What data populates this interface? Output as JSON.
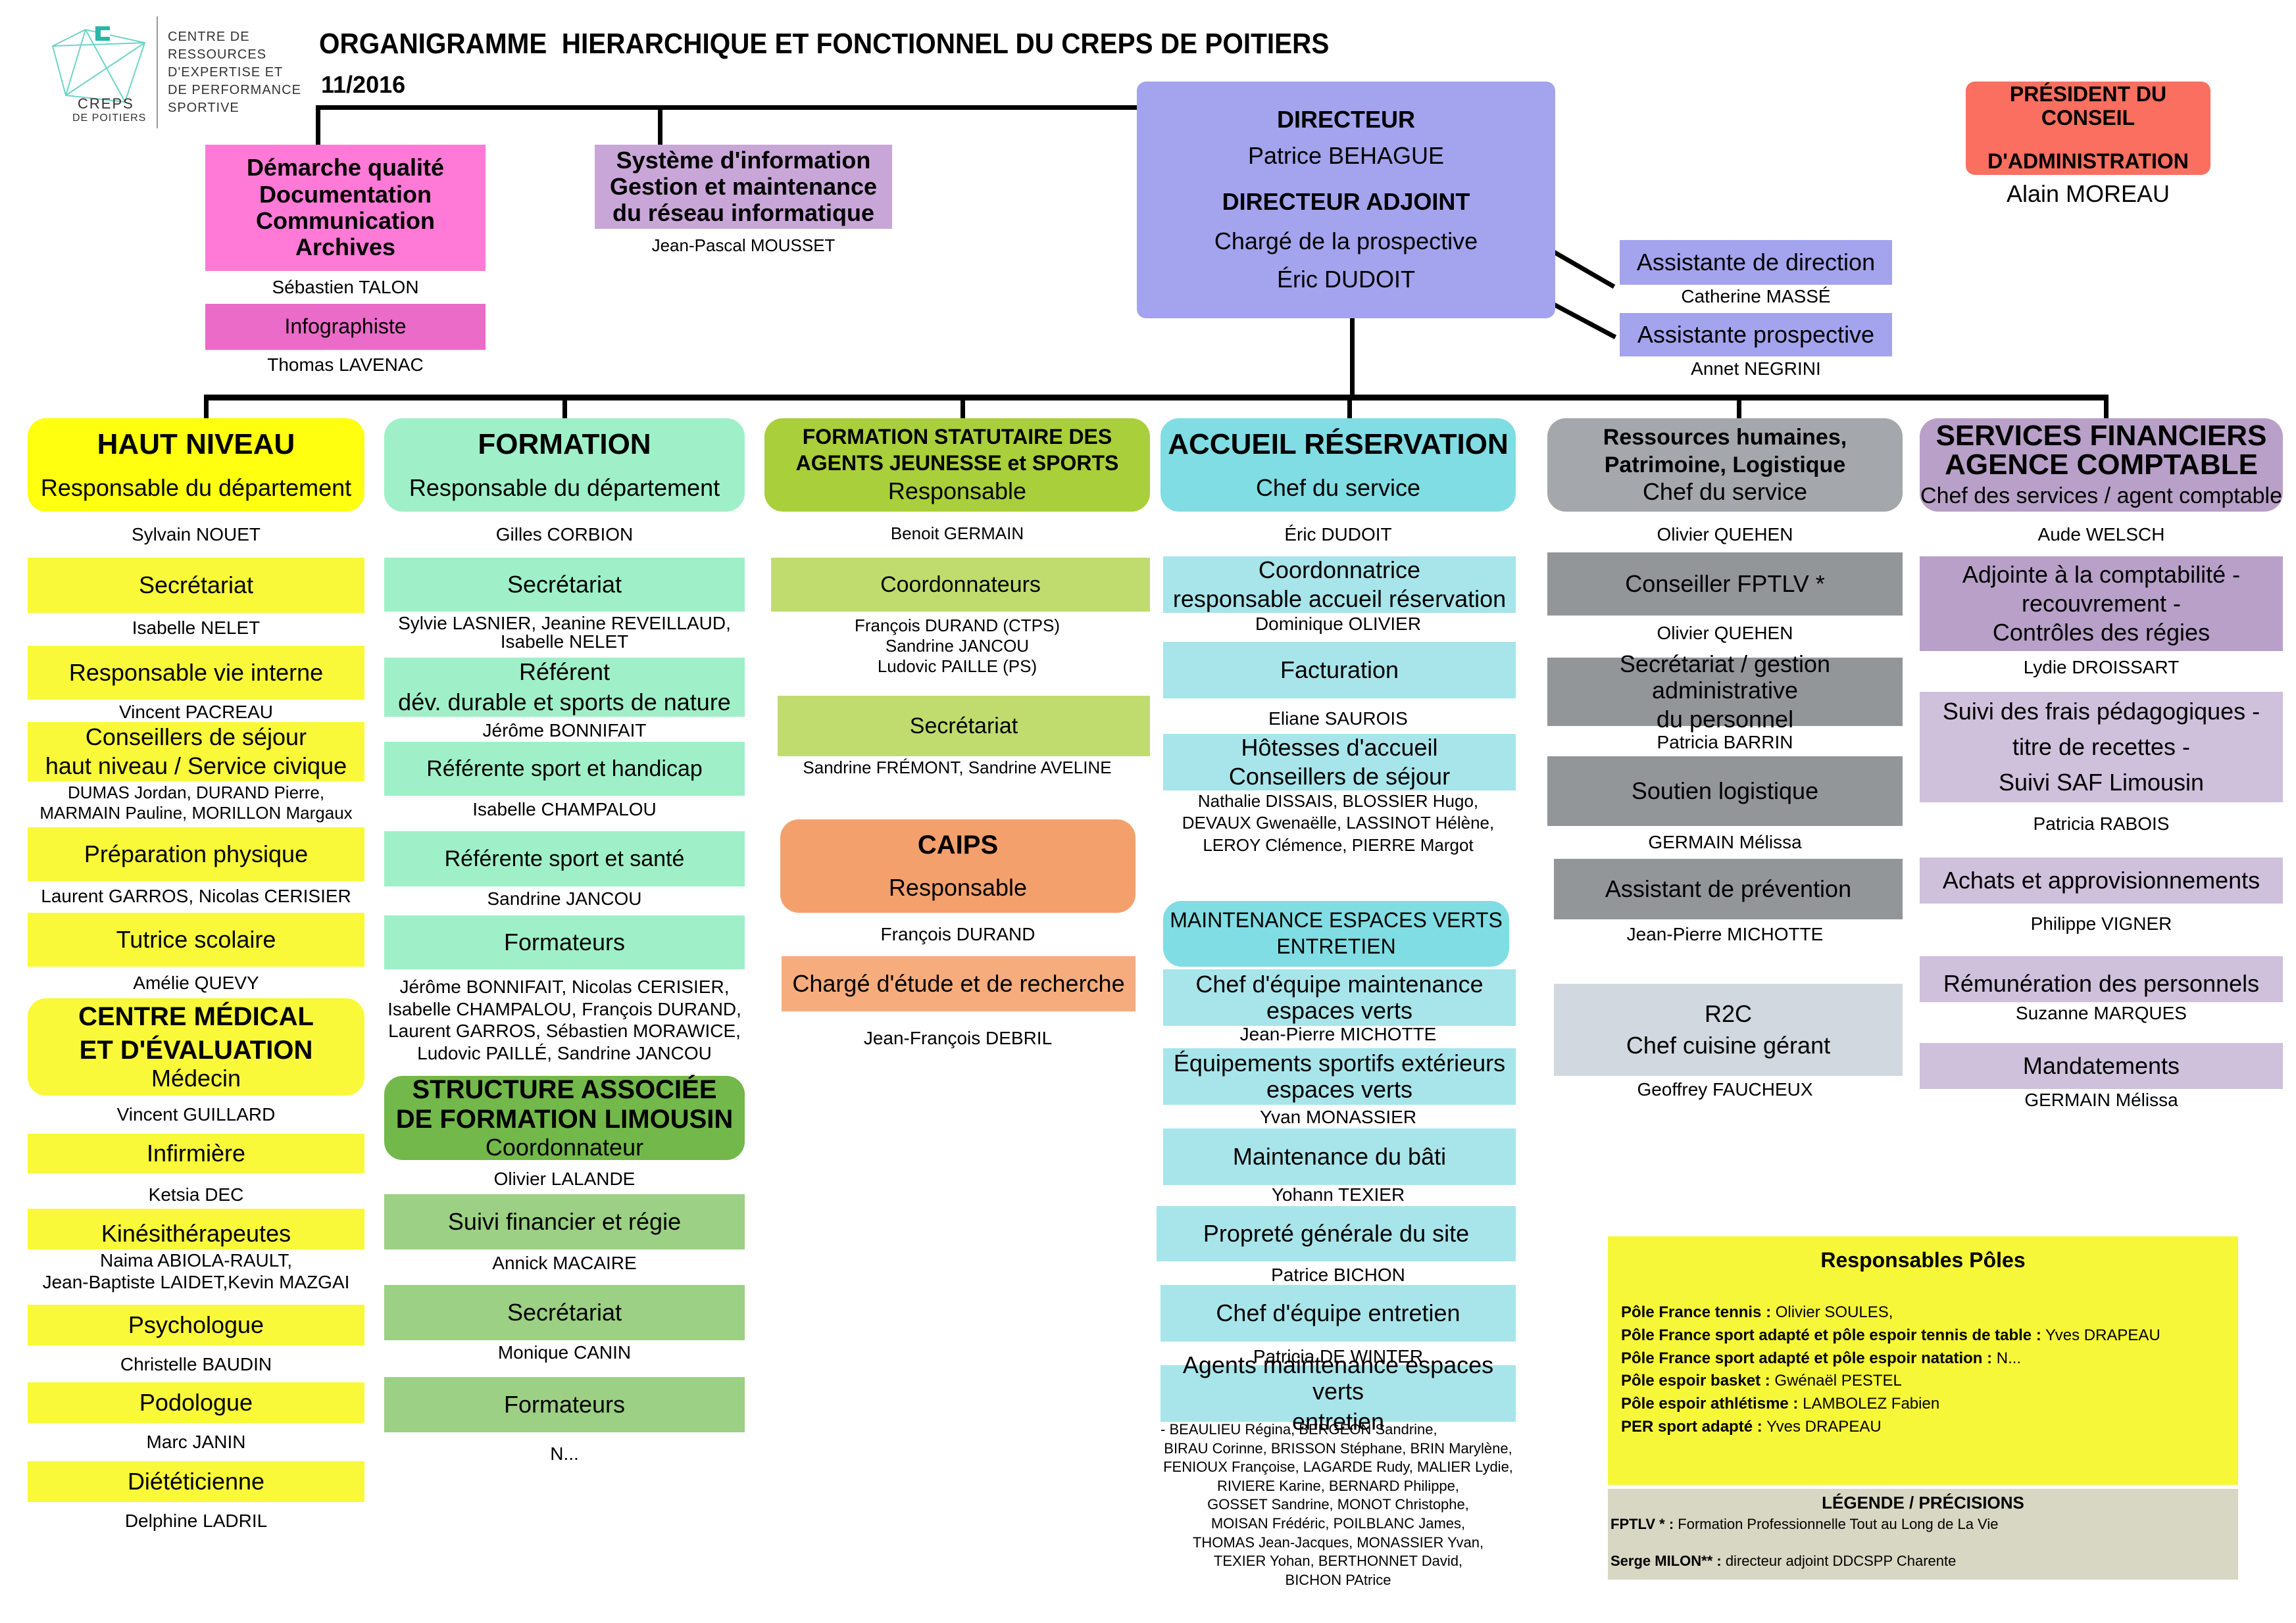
{
  "header": {
    "title": "ORGANIGRAMME  HIERARCHIQUE ET FONCTIONNEL DU CREPS DE POITIERS",
    "date": "11/2016",
    "logo_line1": "CENTRE DE",
    "logo_line2": "RESSOURCES",
    "logo_line3": "D'EXPERTISE ET",
    "logo_line4": "DE PERFORMANCE",
    "logo_line5": "SPORTIVE",
    "logo_creps": "CREPS",
    "logo_poitiers": "DE POITIERS"
  },
  "president": {
    "title_l1": "PRÉSIDENT DU CONSEIL",
    "title_l2": "D'ADMINISTRATION",
    "name": "Alain MOREAU"
  },
  "director": {
    "title": "DIRECTEUR",
    "name": "Patrice BEHAGUE",
    "adjoint_title": "DIRECTEUR ADJOINT",
    "adjoint_role": "Chargé de la prospective",
    "adjoint_name": "Éric DUDOIT"
  },
  "assistants": [
    {
      "title": "Assistante de direction",
      "name": "Catherine MASSÉ"
    },
    {
      "title": "Assistante prospective",
      "name": "Annet NEGRINI"
    }
  ],
  "quality": {
    "l1": "Démarche qualité",
    "l2": "Documentation",
    "l3": "Communication",
    "l4": "Archives",
    "name": "Sébastien TALON",
    "info_title": "Infographiste",
    "info_name": "Thomas LAVENAC"
  },
  "sysinfo": {
    "l1": "Système d'information",
    "l2": "Gestion et maintenance",
    "l3": "du réseau informatique",
    "name": "Jean-Pascal MOUSSET"
  },
  "haut_niveau": {
    "title": "HAUT NIVEAU",
    "subtitle": "Responsable du département",
    "head": "Sylvain NOUET",
    "secretariat": "Secrétariat",
    "secretariat_name": "Isabelle NELET",
    "vie_interne": "Responsable vie interne",
    "vie_interne_name": "Vincent PACREAU",
    "conseillers_l1": "Conseillers de séjour",
    "conseillers_l2": "haut niveau / Service civique",
    "conseillers_names_l1": "DUMAS Jordan, DURAND Pierre,",
    "conseillers_names_l2": "MARMAIN Pauline, MORILLON Margaux",
    "prep": "Préparation physique",
    "prep_name": "Laurent GARROS, Nicolas CERISIER",
    "tutrice": "Tutrice scolaire",
    "tutrice_name": "Amélie QUEVY",
    "cme_l1": "CENTRE MÉDICAL",
    "cme_l2": "ET D'ÉVALUATION",
    "cme_l3": "Médecin",
    "cme_name": "Vincent GUILLARD",
    "infirmiere": "Infirmière",
    "infirmiere_name": "Ketsia DEC",
    "kine": "Kinésithérapeutes",
    "kine_names_l1": "Naima ABIOLA-RAULT,",
    "kine_names_l2": "Jean-Baptiste LAIDET,Kevin MAZGAI",
    "psy": "Psychologue",
    "psy_name": "Christelle BAUDIN",
    "podo": "Podologue",
    "podo_name": "Marc JANIN",
    "diet": "Diététicienne",
    "diet_name": "Delphine LADRIL"
  },
  "formation": {
    "title": "FORMATION",
    "subtitle": "Responsable du département",
    "head": "Gilles CORBION",
    "secretariat": "Secrétariat",
    "secretariat_names_l1": "Sylvie LASNIER, Jeanine REVEILLAUD,",
    "secretariat_names_l2": "Isabelle NELET",
    "referent_l1": "Référent",
    "referent_l2": "dév. durable et sports de nature",
    "referent_name": "Jérôme BONNIFAIT",
    "handicap": "Référente sport et handicap",
    "handicap_name": "Isabelle CHAMPALOU",
    "sante": "Référente sport et santé",
    "sante_name": "Sandrine JANCOU",
    "formateurs": "Formateurs",
    "formateurs_l1": "Jérôme BONNIFAIT, Nicolas CERISIER,",
    "formateurs_l2": "Isabelle CHAMPALOU, François DURAND,",
    "formateurs_l3": "Laurent GARROS,  Sébastien MORAWICE,",
    "formateurs_l4": "Ludovic PAILLÉ, Sandrine JANCOU",
    "structure_l1": "STRUCTURE ASSOCIÉE",
    "structure_l2": "DE FORMATION LIMOUSIN",
    "structure_l3": "Coordonnateur",
    "structure_name": "Olivier LALANDE",
    "suivi": "Suivi financier et régie",
    "suivi_name": "Annick MACAIRE",
    "secretariat2": "Secrétariat",
    "secretariat2_name": "Monique CANIN",
    "formateurs2": "Formateurs",
    "formateurs2_name": "N..."
  },
  "statutaire": {
    "title_l1": "FORMATION STATUTAIRE DES",
    "title_l2": "AGENTS JEUNESSE et SPORTS",
    "subtitle": "Responsable",
    "head": "Benoit GERMAIN",
    "coord": "Coordonnateurs",
    "coord_l1": "François DURAND (CTPS)",
    "coord_l2": "Sandrine JANCOU",
    "coord_l3": "Ludovic PAILLE (PS)",
    "secretariat": "Secrétariat",
    "secretariat_name": "Sandrine FRÉMONT, Sandrine AVELINE",
    "caips_title": "CAIPS",
    "caips_sub": "Responsable",
    "caips_name": "François DURAND",
    "charge": "Chargé d'étude et de recherche",
    "charge_name": "Jean-François DEBRIL"
  },
  "accueil": {
    "title": "ACCUEIL RÉSERVATION",
    "subtitle": "Chef du service",
    "head": "Éric DUDOIT",
    "coord_l1": "Coordonnatrice",
    "coord_l2": "responsable accueil réservation",
    "coord_name": "Dominique OLIVIER",
    "facturation": "Facturation",
    "facturation_name": "Eliane SAUROIS",
    "hotesses_l1": "Hôtesses d'accueil",
    "hotesses_l2": "Conseillers de séjour",
    "hotesses_names_l1": "Nathalie DISSAIS, BLOSSIER Hugo,",
    "hotesses_names_l2": "DEVAUX Gwenaëlle, LASSINOT Hélène,",
    "hotesses_names_l3": "LEROY Clémence, PIERRE Margot",
    "maint_l1": "MAINTENANCE ESPACES VERTS",
    "maint_l2": "ENTRETIEN",
    "chef_ev_l1": "Chef d'équipe maintenance",
    "chef_ev_l2": "espaces verts",
    "chef_ev_name": "Jean-Pierre MICHOTTE",
    "equip_l1": "Équipements sportifs extérieurs",
    "equip_l2": "espaces verts",
    "equip_name": "Yvan MONASSIER",
    "bati": "Maintenance du bâti",
    "bati_name": "Yohann TEXIER",
    "proprete": "Propreté générale du site",
    "proprete_name": "Patrice BICHON",
    "chef_ent": "Chef d'équipe entretien",
    "chef_ent_name": "Patricia DE WINTER",
    "agents_l1": "Agents maintenance espaces verts",
    "agents_l2": "entretien",
    "agents_names": [
      "-         BEAULIEU Régina, BERGEON Sandrine,",
      "BIRAU Corinne, BRISSON Stéphane, BRIN Marylène,",
      "FENIOUX Françoise, LAGARDE Rudy, MALIER Lydie,",
      "RIVIERE Karine, BERNARD Philippe,",
      "GOSSET Sandrine, MONOT Christophe,",
      "MOISAN Frédéric, POILBLANC James,",
      "THOMAS Jean-Jacques, MONASSIER Yvan,",
      "TEXIER Yohan, BERTHONNET David,",
      "BICHON PAtrice"
    ]
  },
  "rh": {
    "title_l1": "Ressources humaines,",
    "title_l2": "Patrimoine, Logistique",
    "subtitle": "Chef du service",
    "head": "Olivier QUEHEN",
    "fptlv": "Conseiller FPTLV *",
    "fptlv_name": "Olivier QUEHEN",
    "gestion_l1": "Secrétariat / gestion administrative",
    "gestion_l2": "du personnel",
    "gestion_name": "Patricia BARRIN",
    "soutien": "Soutien logistique",
    "soutien_name": "GERMAIN Mélissa",
    "prevention": "Assistant de prévention",
    "prevention_name": "Jean-Pierre MICHOTTE",
    "r2c_l1": "R2C",
    "r2c_l2": "Chef cuisine gérant",
    "r2c_name": "Geoffrey FAUCHEUX"
  },
  "finance": {
    "title_l1": "SERVICES FINANCIERS",
    "title_l2": "AGENCE COMPTABLE",
    "subtitle": "Chef des services / agent comptable",
    "head": "Aude WELSCH",
    "adjointe_l1": "Adjointe à la comptabilité -",
    "adjointe_l2": "recouvrement -",
    "adjointe_l3": "Contrôles des régies",
    "adjointe_name": "Lydie DROISSART",
    "suivi_l1": "Suivi des frais pédagogiques -",
    "suivi_l2": "titre de recettes -",
    "suivi_l3": "Suivi SAF Limousin",
    "suivi_name": "Patricia RABOIS",
    "achats": "Achats et approvisionnements",
    "achats_name": "Philippe VIGNER",
    "remu": "Rémunération des personnels",
    "remu_name": "Suzanne  MARQUES",
    "mandat": "Mandatements",
    "mandat_name": "GERMAIN Mélissa"
  },
  "legend": {
    "title": "Responsables Pôles",
    "lines": [
      {
        "label": "Pôle France tennis :",
        "value": " Olivier SOULES,"
      },
      {
        "label": "Pôle France sport adapté et pôle espoir tennis de table :",
        "value": " Yves DRAPEAU"
      },
      {
        "label": "Pôle France sport adapté et pôle espoir natation :",
        "value": " N..."
      },
      {
        "label": "Pôle espoir basket :",
        "value": " Gwénaël PESTEL"
      },
      {
        "label": "Pôle espoir athlétisme :",
        "value": " LAMBOLEZ Fabien"
      },
      {
        "label": "PER sport adapté :",
        "value": " Yves DRAPEAU"
      }
    ],
    "prec_title": "LÉGENDE / PRÉCISIONS",
    "prec1_label": "FPTLV * :",
    "prec1_value": " Formation Professionnelle Tout au Long de La Vie",
    "prec2_label": "Serge MILON** :",
    "prec2_value": " directeur adjoint DDCSPP Charente"
  },
  "colors": {
    "director": "#a3a3ee",
    "president": "#fa6f60",
    "haut_niveau": "#ffff10",
    "formation": "#9ff0c8",
    "statutaire": "#a9cf3a",
    "accueil": "#80dde3",
    "rh": "#a4a7ab",
    "finance": "#b8a0c8",
    "legend": "#f7f73a"
  }
}
